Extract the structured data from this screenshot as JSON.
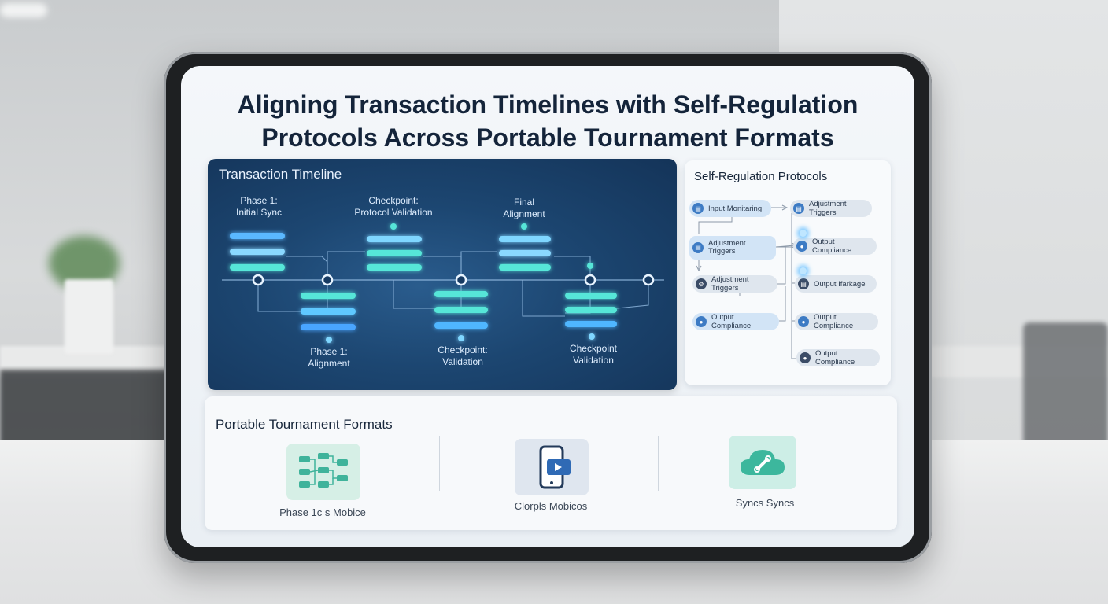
{
  "page": {
    "title": "Aligning Transaction Timelines with Self-Regulation Protocols Across Portable Tournament Formats"
  },
  "timeline": {
    "title": "Transaction Timeline",
    "labels": {
      "phase1_initial_sync": "Phase 1:\nInitial Sync",
      "checkpoint_protocol_validation": "Checkpoint:\nProtocol Validation",
      "final_alignment": "Final\nAlignment",
      "phase1_alignment": "Phase 1:\nAlignment",
      "checkpoint_validation_a": "Checkpoint:\nValidation",
      "checkpoint_validation_b": "Checkpoint\nValidation"
    },
    "colors": {
      "teal": "#57e6d8",
      "blue": "#5ab8ff",
      "node": "#e8f4ff"
    }
  },
  "protocols": {
    "title": "Self-Regulation Protocols",
    "left": [
      {
        "label": "Input Monitaring",
        "icon": "document-icon"
      },
      {
        "label": "Adjustment\nTriggers",
        "icon": "document-icon"
      },
      {
        "label": "Adjustment Triggers",
        "icon": "gear-icon"
      },
      {
        "label": "Output Compliance",
        "icon": "user-icon"
      }
    ],
    "right": [
      {
        "label": "Adjustment Triggers",
        "icon": "document-icon"
      },
      {
        "label": "Output Compliance",
        "icon": "user-icon"
      },
      {
        "label": "Output Ifarkage",
        "icon": "document-icon"
      },
      {
        "label": "Output Compliance",
        "icon": "user-icon"
      },
      {
        "label": "Output Compliance",
        "icon": "user-icon"
      }
    ]
  },
  "formats": {
    "title": "Portable Tournament Formats",
    "items": [
      {
        "label": "Phase 1c s Mobice",
        "icon": "bracket-icon"
      },
      {
        "label": "Clorpls Mobicos",
        "icon": "mobile-video-icon"
      },
      {
        "label": "Syncs Syncs",
        "icon": "cloud-sync-icon"
      }
    ]
  }
}
